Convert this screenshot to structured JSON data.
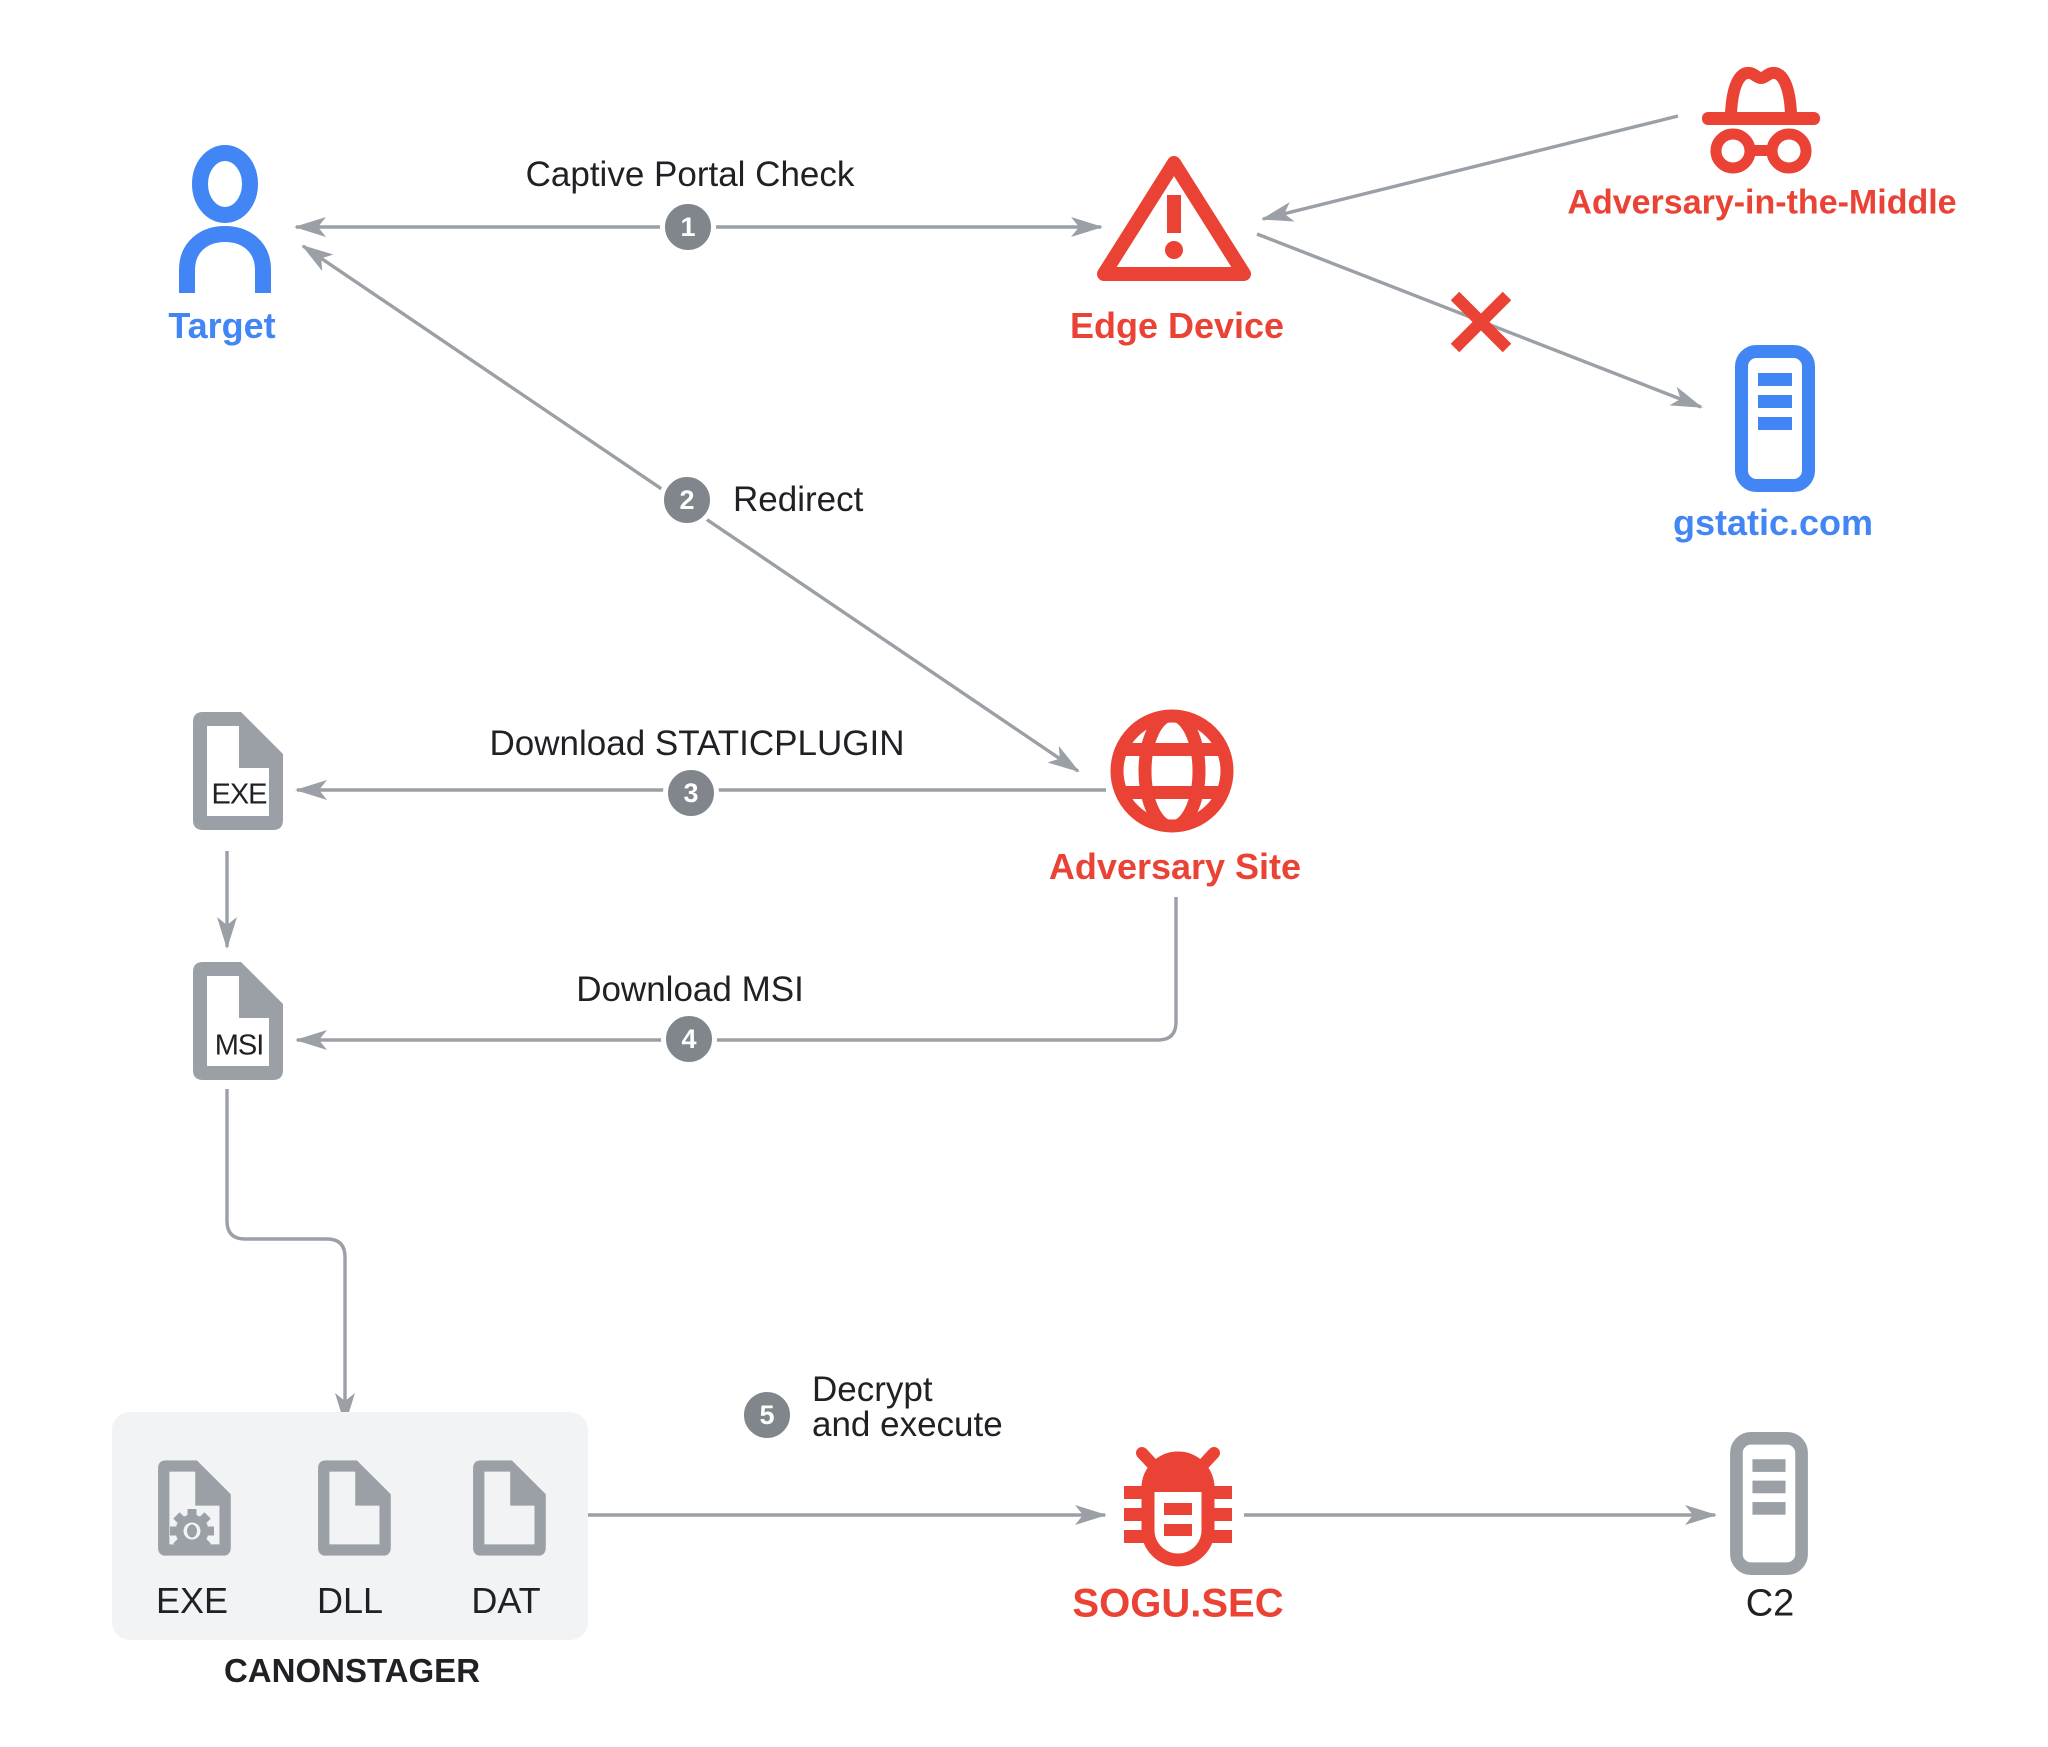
{
  "colors": {
    "blue": "#4285F4",
    "red": "#EA4335",
    "gray_icon": "#9AA0A6",
    "gray_line": "#9AA0A6",
    "badge_gray": "#80868B",
    "panel_bg": "#F1F3F4",
    "text_dark": "#202124",
    "background": "#FFFFFF"
  },
  "nodes": {
    "target": {
      "label": "Target"
    },
    "edge_device": {
      "label": "Edge Device"
    },
    "adversary_in_the_middle": {
      "label": "Adversary-in-the-Middle"
    },
    "gstatic": {
      "label": "gstatic.com"
    },
    "adversary_site": {
      "label": "Adversary Site"
    },
    "exe_file": {
      "label": "EXE"
    },
    "msi_file": {
      "label": "MSI"
    },
    "sogu": {
      "label": "SOGU.SEC"
    },
    "c2": {
      "label": "C2"
    },
    "canonstager": {
      "label": "CANONSTAGER",
      "files": [
        {
          "label": "EXE"
        },
        {
          "label": "DLL"
        },
        {
          "label": "DAT"
        }
      ]
    }
  },
  "steps": [
    {
      "number": "1",
      "label": "Captive Portal Check"
    },
    {
      "number": "2",
      "label": "Redirect"
    },
    {
      "number": "3",
      "label": "Download STATICPLUGIN"
    },
    {
      "number": "4",
      "label": "Download MSI"
    },
    {
      "number": "5",
      "label": "Decrypt",
      "label_line2": "and execute"
    }
  ],
  "icons": {
    "person-icon": "user silhouette",
    "warning-triangle-icon": "warning triangle with exclamation",
    "incognito-icon": "hat and glasses spy",
    "server-icon": "server rack",
    "globe-icon": "globe",
    "file-icon": "document with folded corner",
    "gear-icon": "gear",
    "bug-icon": "malware bug",
    "x-mark-icon": "blocked cross"
  }
}
